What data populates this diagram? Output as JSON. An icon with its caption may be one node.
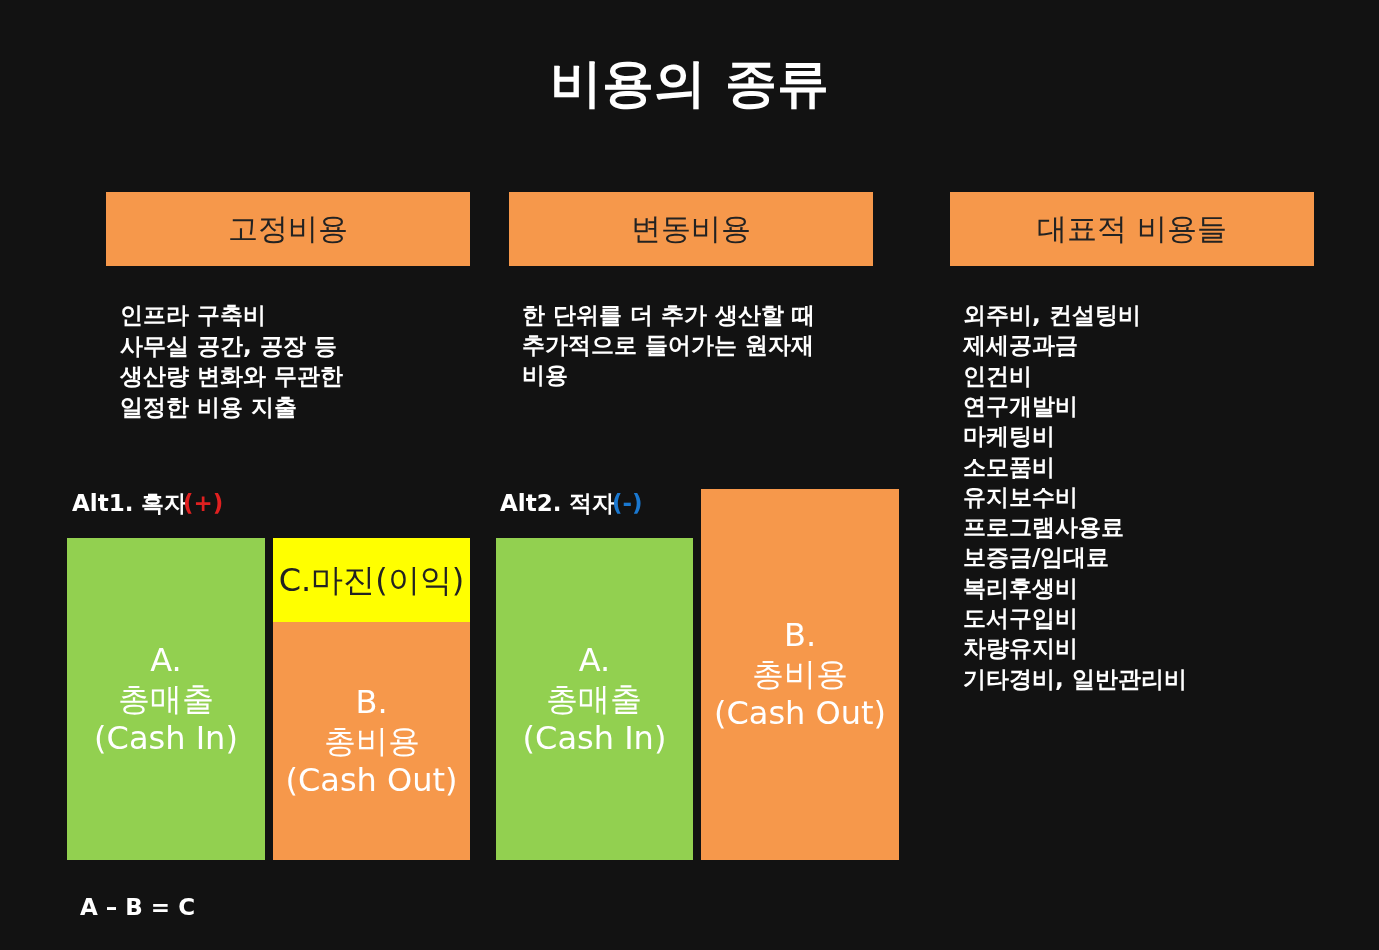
{
  "diagram": {
    "title": "비용의 종류",
    "nodes": [
      {
        "text": [
          "고정비용"
        ]
      },
      {
        "text": [
          "변동비용"
        ]
      },
      {
        "text": [
          "대표적 비용들"
        ]
      },
      {
        "text": [
          "A.",
          "총매출",
          "(Cash In)"
        ]
      },
      {
        "text": [
          "C.마진(이익)"
        ]
      },
      {
        "text": [
          "B.",
          "총비용",
          "(Cash Out)"
        ]
      },
      {
        "text": [
          "A.",
          "총매출",
          "(Cash In)"
        ]
      },
      {
        "text": [
          "B.",
          "총비용",
          "(Cash Out)"
        ]
      }
    ],
    "labels": [
      "인프라 구축비",
      "사무실 공간, 공장 등",
      "생산량 변화와 무관한",
      "일정한 비용 지출",
      "한 단위를 더 추가 생산할 때 추가적으로 들어가는 원자재 비용",
      "외주비, 컨설팅비",
      "제세공과금",
      "인건비",
      "연구개발비",
      "마케팅비",
      "소모품비",
      "유지보수비",
      "프로그램사용료",
      "보증금/임대료",
      "복리후생비",
      "도서구입비",
      "차량유지비",
      "기타경비, 일반관리비",
      "Alt1. 흑자",
      "(+)",
      "Alt2. 적자",
      "(-)",
      "A – B = C"
    ]
  }
}
